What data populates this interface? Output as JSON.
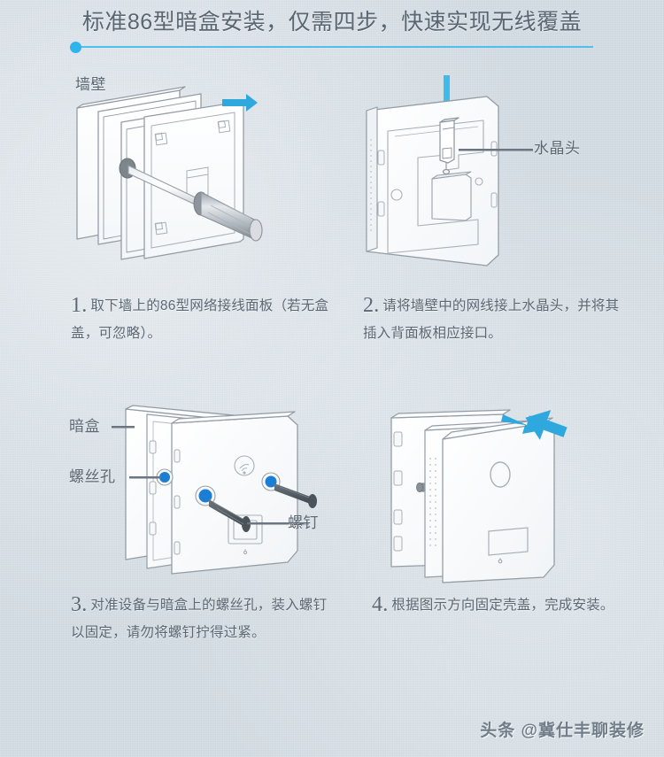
{
  "header": {
    "title": "标准86型暗盒安装，仅需四步，快速实现无线覆盖",
    "accent_color": "#2fb4ec",
    "rule_color": "#4fc0ee"
  },
  "steps": [
    {
      "number": "1.",
      "text": "取下墙上的86型网络接线面板（若无盒盖，可忽略）。",
      "callouts": [
        {
          "label": "墙壁",
          "name": "wall-label"
        }
      ],
      "arrow": "right-arrow-icon",
      "arrow_color": "#2fa9dd"
    },
    {
      "number": "2.",
      "text": "请将墙壁中的网线接上水晶头，并将其插入背面板相应接口。",
      "callouts": [
        {
          "label": "水晶头",
          "name": "rj45-connector-label"
        }
      ],
      "cable_color": "#3cbce8"
    },
    {
      "number": "3.",
      "text": "对准设备与暗盒上的螺丝孔，装入螺钉以固定，请勿将螺钉拧得过紧。",
      "callouts": [
        {
          "label": "暗盒",
          "name": "back-box-label"
        },
        {
          "label": "螺丝孔",
          "name": "screw-hole-label"
        },
        {
          "label": "螺钉",
          "name": "screw-label"
        }
      ],
      "screw_hole_color": "#1a7fd4",
      "screw_color": "#585f66"
    },
    {
      "number": "4.",
      "text": "根据图示方向固定壳盖，完成安装。",
      "callouts": [],
      "arrow": "up-left-arrow-icon",
      "arrow_color": "#2fa9dd"
    }
  ],
  "watermark": {
    "text": "头条 @冀仕丰聊装修"
  },
  "theme": {
    "background": "#d3dce4",
    "text_color": "#5d6873",
    "line_color": "#8a949e"
  }
}
